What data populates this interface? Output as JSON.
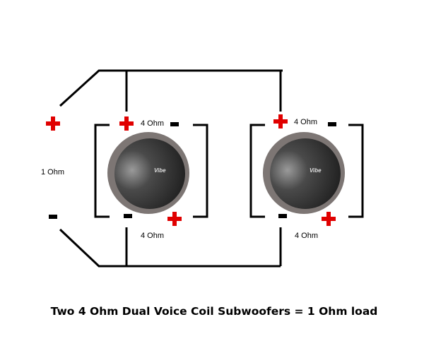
{
  "labels": {
    "amp_load": "1 Ohm",
    "sub1_top": "4 Ohm",
    "sub1_bottom": "4 Ohm",
    "sub2_top": "4 Ohm",
    "sub2_bottom": "4 Ohm"
  },
  "brand": "Vibe",
  "title": "Two 4 Ohm Dual Voice Coil Subwoofers = 1 Ohm load",
  "colors": {
    "positive": "#e00000",
    "negative": "#000000",
    "wire": "#000000"
  }
}
